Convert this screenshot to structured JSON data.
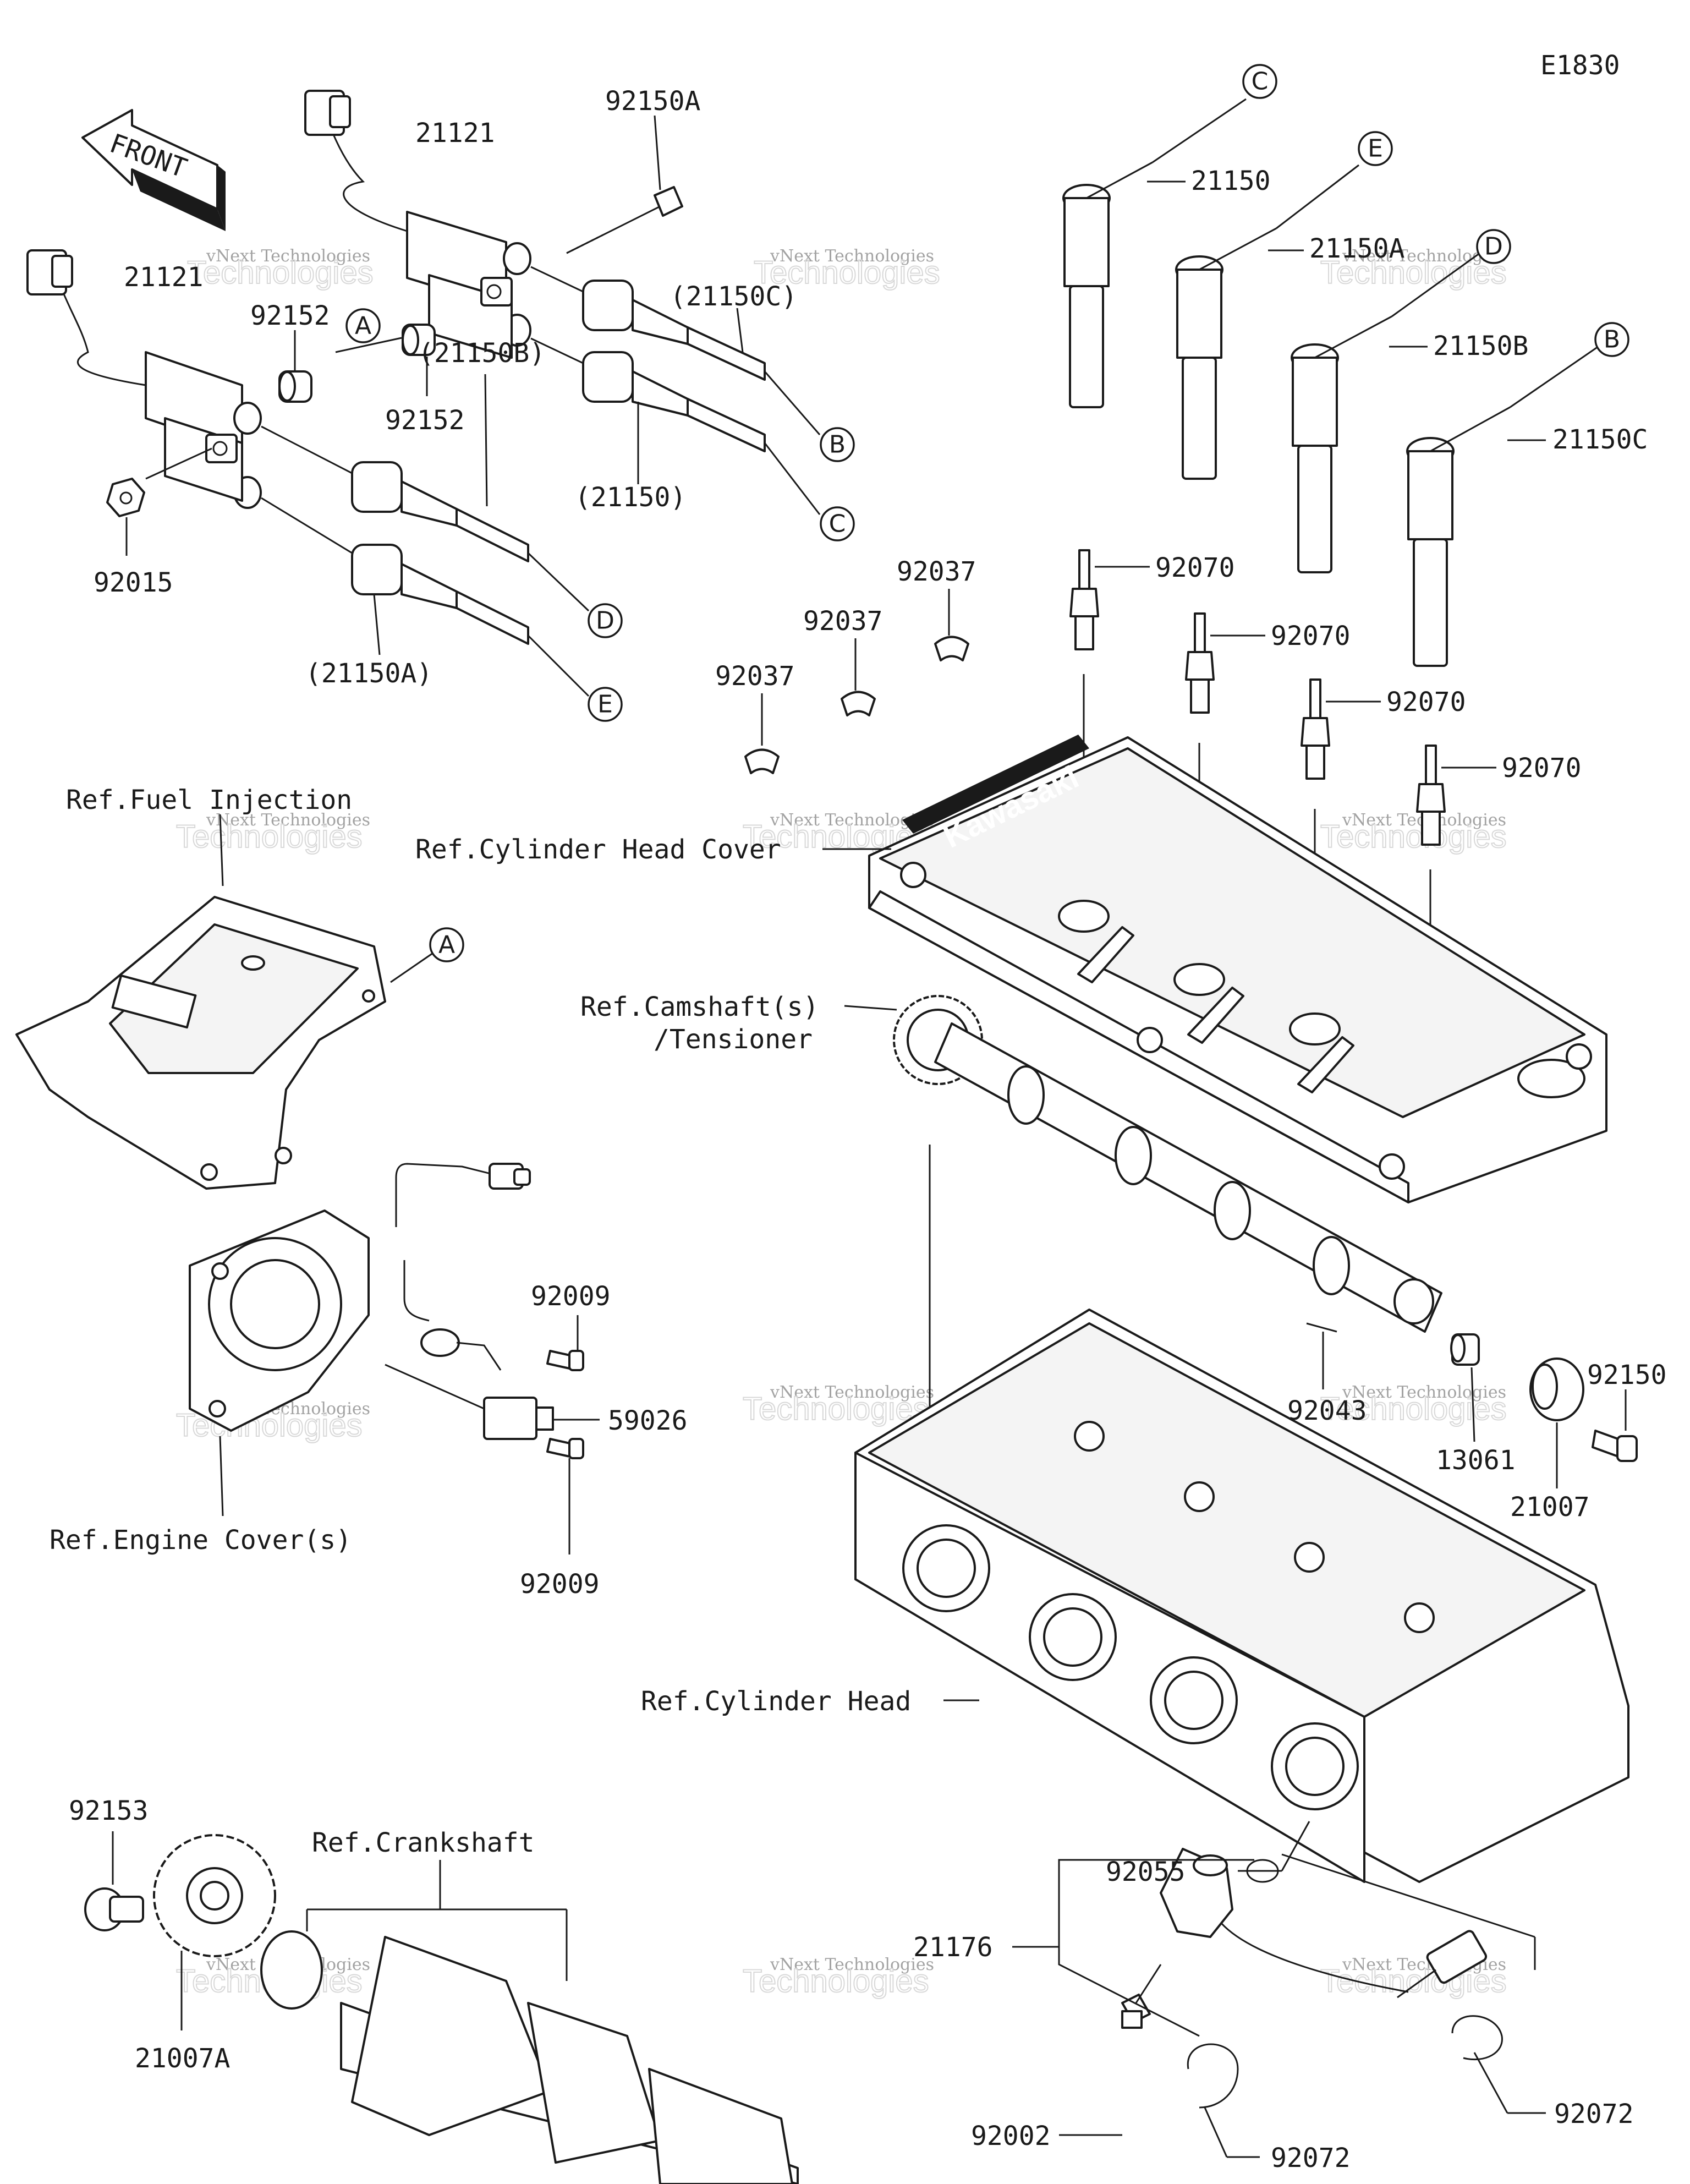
{
  "diagram_code": "E1830",
  "front_label": "FRONT",
  "brand_text": "Kawasaki",
  "watermark": {
    "line1": "vNext Technologies",
    "line2": "Technologies"
  },
  "part_numbers": {
    "p21121_a": "21121",
    "p21121_b": "21121",
    "p92150A": "92150A",
    "p21150C_paren": "(21150C)",
    "p92152_a": "92152",
    "p92152_b": "92152",
    "p21150B_paren": "(21150B)",
    "p21150_paren": "(21150)",
    "p92015": "92015",
    "p21150A_paren": "(21150A)",
    "p21150": "21150",
    "p21150A": "21150A",
    "p21150B": "21150B",
    "p21150C": "21150C",
    "p92037_a": "92037",
    "p92037_b": "92037",
    "p92037_c": "92037",
    "p92070_a": "92070",
    "p92070_b": "92070",
    "p92070_c": "92070",
    "p92070_d": "92070",
    "p92009_a": "92009",
    "p92009_b": "92009",
    "p59026": "59026",
    "p92043": "92043",
    "p13061": "13061",
    "p92150": "92150",
    "p21007": "21007",
    "p92153": "92153",
    "p21007A": "21007A",
    "p21176": "21176",
    "p92055": "92055",
    "p92002": "92002",
    "p92072_a": "92072",
    "p92072_b": "92072"
  },
  "references": {
    "fuel_injection": "Ref.Fuel Injection",
    "cylinder_head_cover": "Ref.Cylinder Head Cover",
    "camshaft_line1": "Ref.Camshaft(s)",
    "camshaft_line2": "/Tensioner",
    "engine_cover": "Ref.Engine Cover(s)",
    "cylinder_head": "Ref.Cylinder Head",
    "crankshaft": "Ref.Crankshaft"
  },
  "callouts": {
    "a_coil": "A",
    "a_bracket": "A",
    "b_left": "B",
    "b_right": "B",
    "c_left": "C",
    "c_right": "C",
    "d_left": "D",
    "d_right": "D",
    "e_left": "E",
    "e_right": "E"
  }
}
